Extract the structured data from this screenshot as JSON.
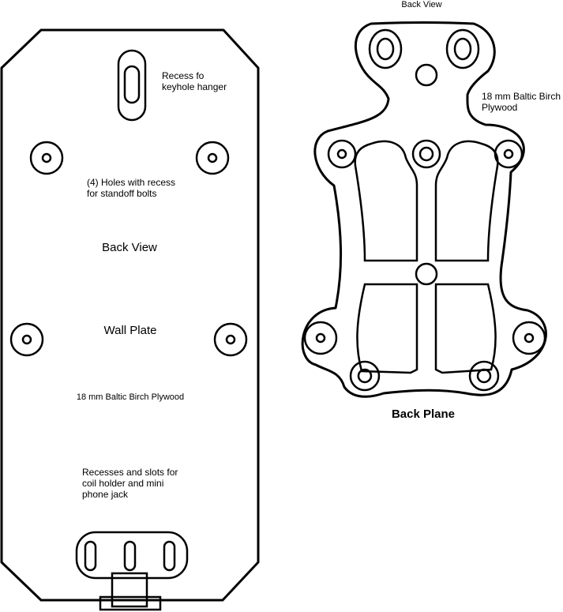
{
  "wall_plate": {
    "label_keyhole_1": "Recess fo",
    "label_keyhole_2": "keyhole hanger",
    "label_holes_1": "(4) Holes with recess",
    "label_holes_2": "for standoff bolts",
    "label_view": "Back View",
    "label_name": "Wall Plate",
    "label_material": "18 mm Baltic Birch Plywood",
    "label_recess_1": "Recesses and slots for",
    "label_recess_2": "coil holder and mini",
    "label_recess_3": "phone jack"
  },
  "back_plane": {
    "label_view": "Back View",
    "label_material_1": "18 mm Baltic Birch",
    "label_material_2": "Plywood",
    "label_name": "Back Plane"
  }
}
